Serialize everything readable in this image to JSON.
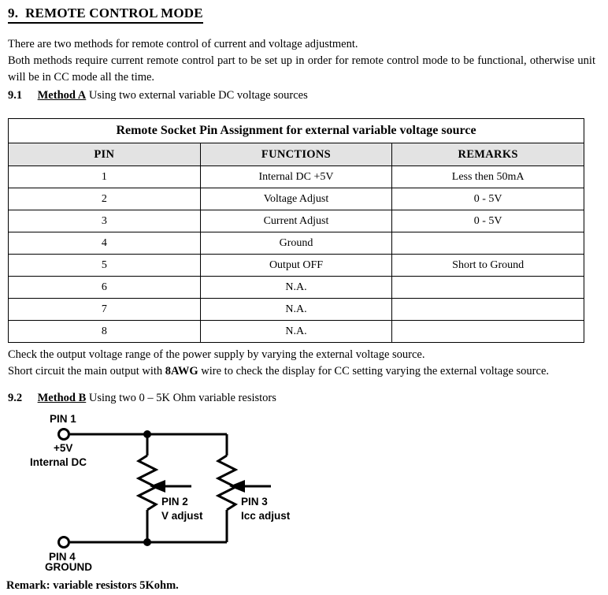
{
  "document": {
    "section_number": "9.",
    "title": "REMOTE CONTROL MODE",
    "intro_line_1": "There are two methods for remote control of current and voltage adjustment.",
    "intro_line_2": "Both methods require current remote control part to be set up in order for remote control mode to be functional, otherwise unit will be in CC mode all the time."
  },
  "section_91": {
    "number": "9.1",
    "label": "Method A",
    "rest": "Using two external variable DC voltage sources"
  },
  "section_92": {
    "number": "9.2",
    "label": "Method B",
    "rest": "Using two 0 – 5K Ohm variable resistors"
  },
  "table": {
    "caption": "Remote Socket Pin Assignment for external variable voltage source",
    "headers": [
      "PIN",
      "FUNCTIONS",
      "REMARKS"
    ],
    "rows": [
      {
        "pin": "1",
        "function": "Internal DC +5V",
        "remark": "Less then 50mA"
      },
      {
        "pin": "2",
        "function": "Voltage Adjust",
        "remark": "0 - 5V"
      },
      {
        "pin": "3",
        "function": "Current Adjust",
        "remark": "0 - 5V"
      },
      {
        "pin": "4",
        "function": "Ground",
        "remark": ""
      },
      {
        "pin": "5",
        "function": "Output OFF",
        "remark": "Short to Ground"
      },
      {
        "pin": "6",
        "function": "N.A.",
        "remark": ""
      },
      {
        "pin": "7",
        "function": "N.A.",
        "remark": ""
      },
      {
        "pin": "8",
        "function": "N.A.",
        "remark": ""
      }
    ],
    "header_background": "#e3e3e3",
    "border_color": "#000000"
  },
  "notes": {
    "line_1": "Check the output voltage range of the power supply by varying the external voltage source.",
    "line_2_part_1": "Short circuit the main output with ",
    "line_2_bold": "8AWG",
    "line_2_part_2": " wire to check the display for CC setting varying the external voltage source."
  },
  "circuit": {
    "pin1_label": "PIN 1",
    "pin1_sub_1": "+5V",
    "pin1_sub_2": "Internal DC",
    "pin2_label": "PIN 2",
    "pin2_sub": "V adjust",
    "pin3_label": "PIN 3",
    "pin3_sub": "Icc adjust",
    "pin4_label": "PIN 4",
    "pin4_sub": "GROUND"
  },
  "remark": "Remark: variable resistors 5Kohm."
}
